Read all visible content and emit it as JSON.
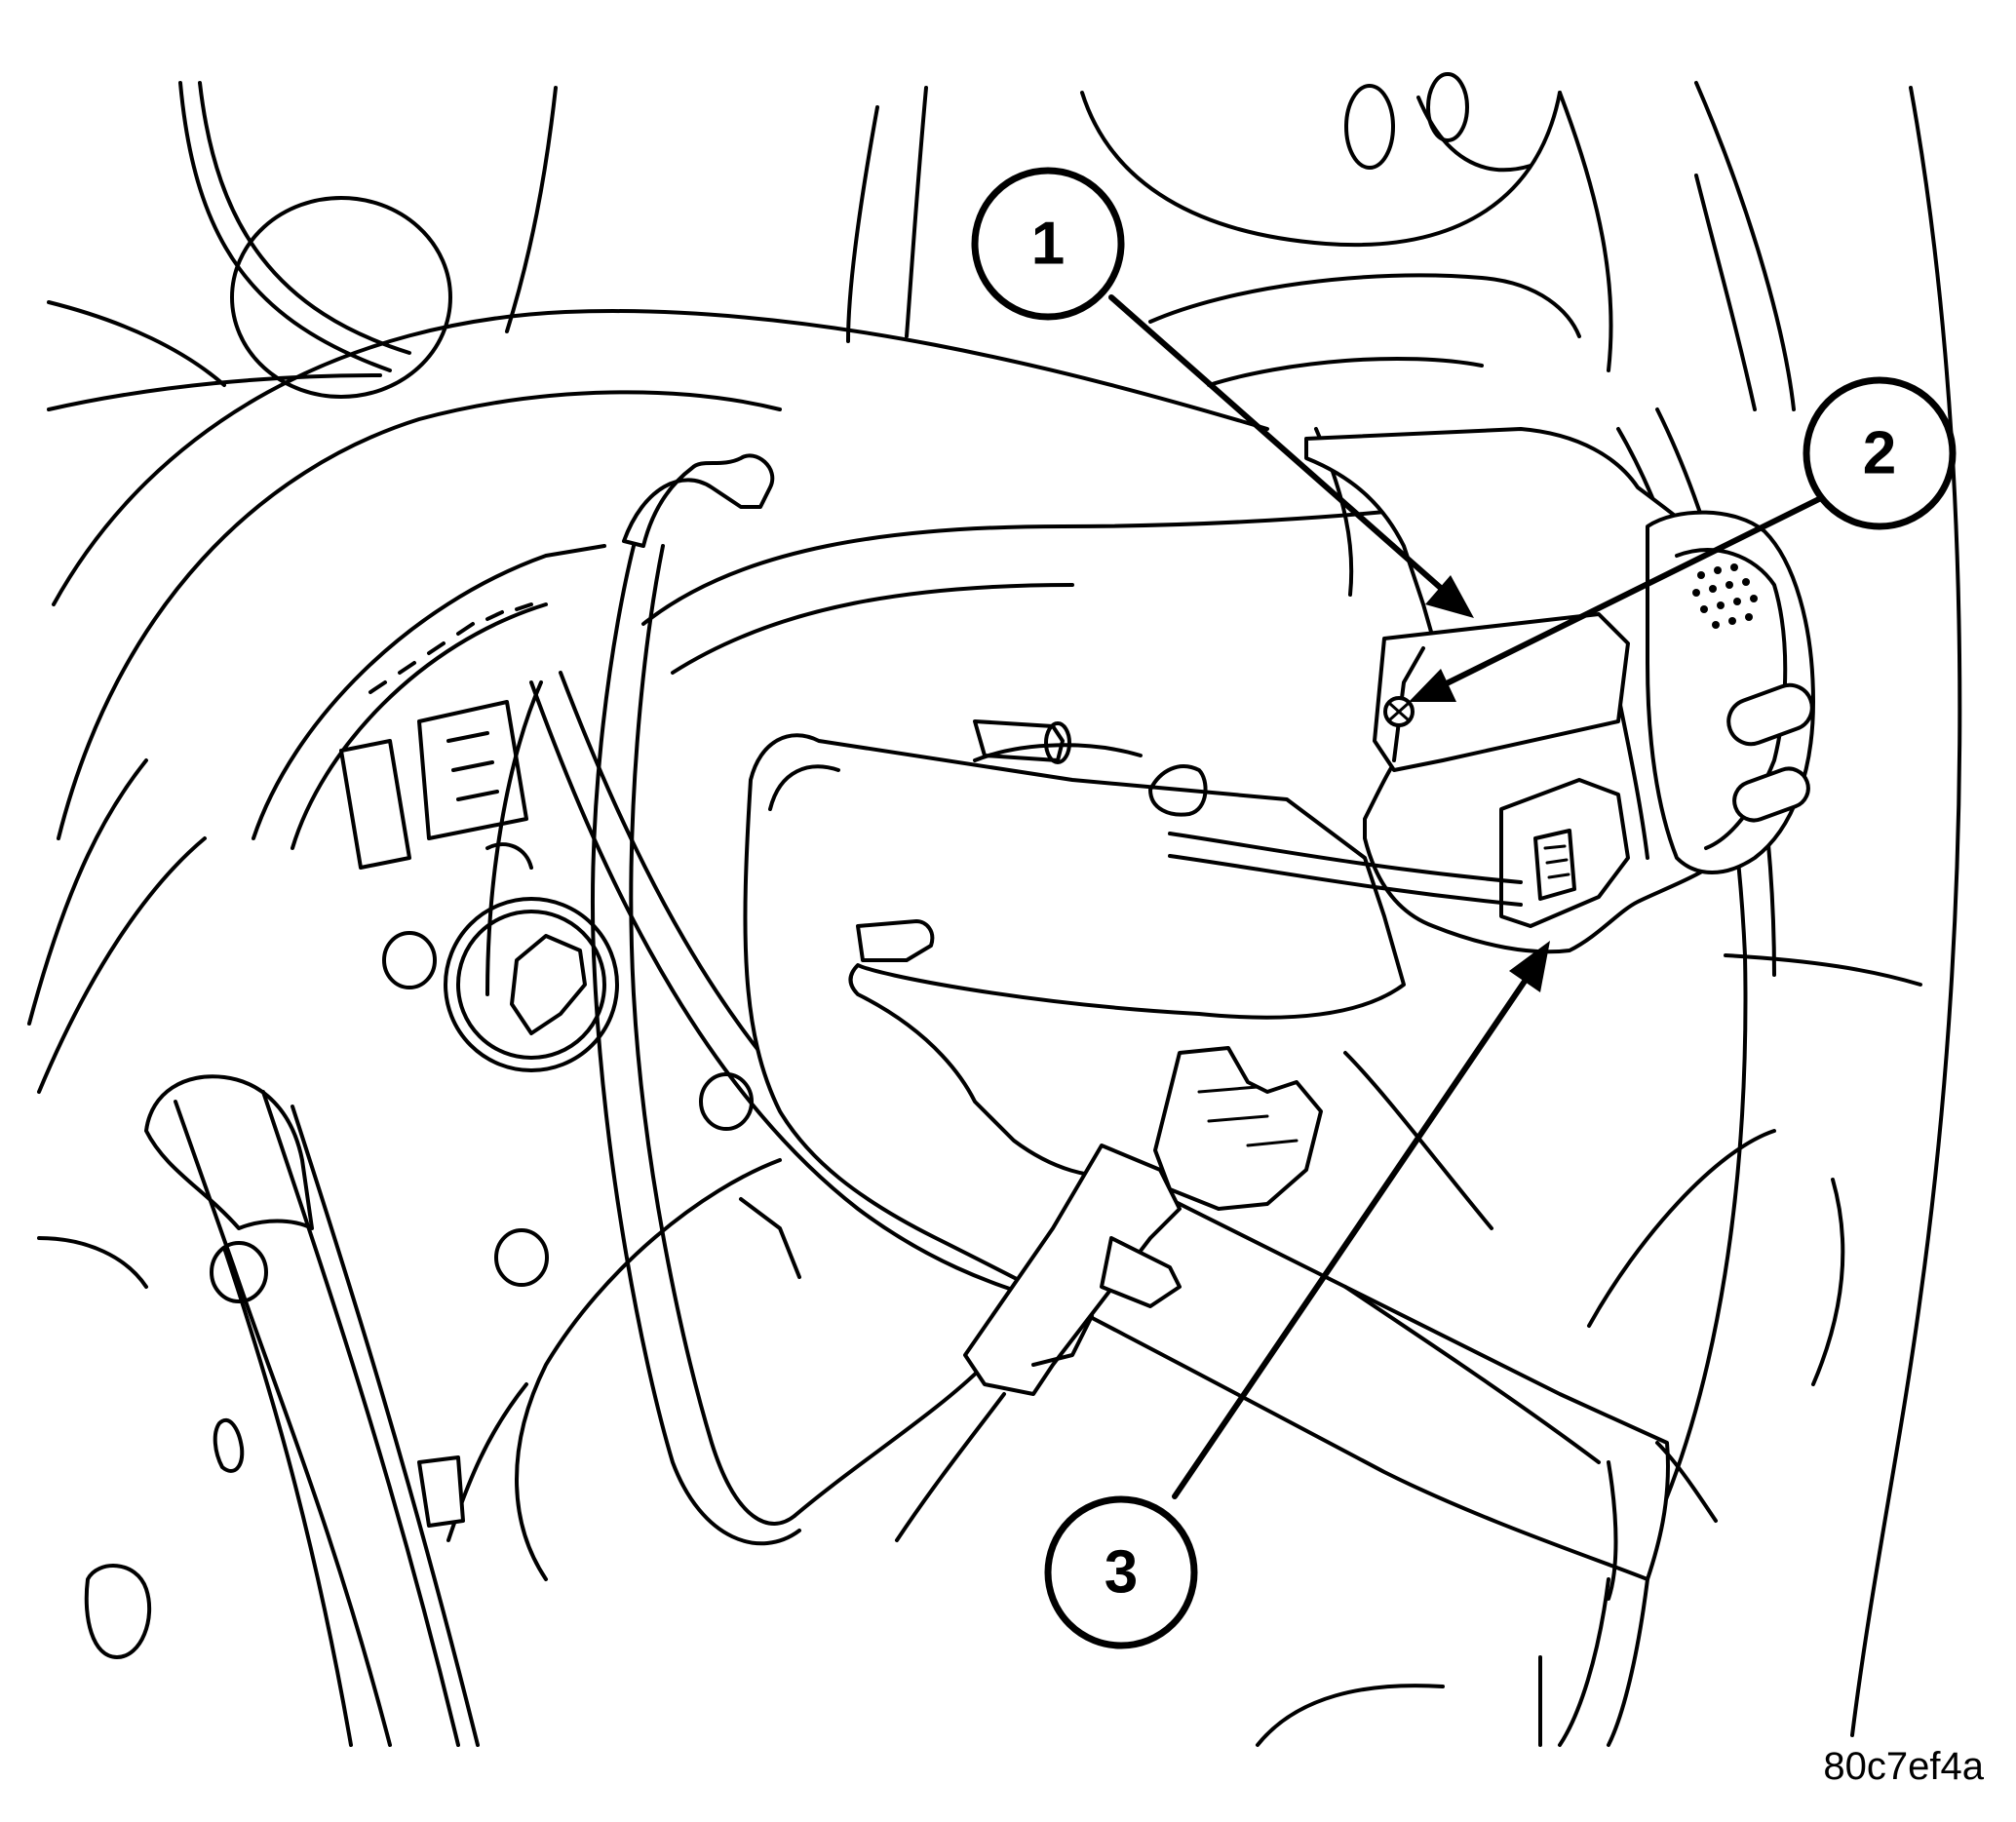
{
  "callouts": [
    {
      "label": "1"
    },
    {
      "label": "2"
    },
    {
      "label": "3"
    }
  ],
  "figure_id": "80c7ef4a",
  "colors": {
    "ink": "#000000",
    "paper": "#ffffff"
  }
}
